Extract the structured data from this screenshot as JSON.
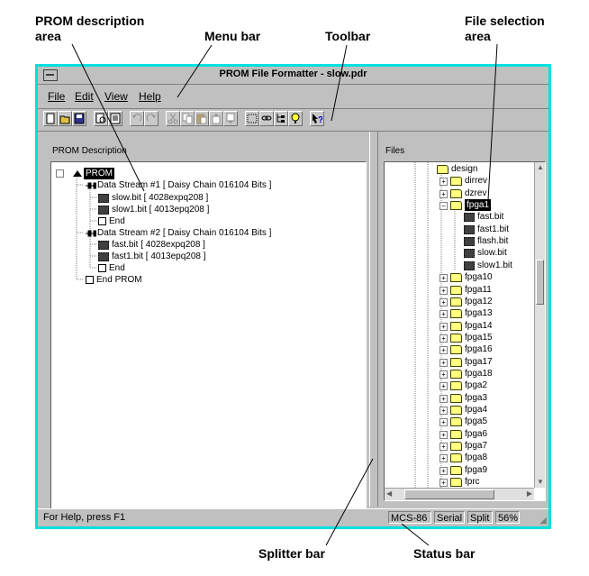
{
  "annotations": {
    "prom_description_area": "PROM description\narea",
    "menu_bar": "Menu bar",
    "toolbar": "Toolbar",
    "file_selection_area": "File selection\narea",
    "splitter_bar": "Splitter bar",
    "status_bar": "Status bar"
  },
  "window": {
    "title": "PROM File Formatter - slow.pdr"
  },
  "menu": {
    "file": "File",
    "edit": "Edit",
    "view": "View",
    "help": "Help"
  },
  "toolbar_icons": [
    "new-icon",
    "open-icon",
    "save-icon",
    "print-preview-icon",
    "report-icon",
    "undo-icon",
    "redo-icon",
    "cut-icon",
    "copy-icon",
    "paste-icon",
    "move-up-icon",
    "move-down-icon",
    "select-icon",
    "link-icon",
    "tree-icon",
    "help-hint-icon",
    "context-help-icon"
  ],
  "prom_pane": {
    "label": "PROM Description",
    "tree": [
      {
        "text": "PROM",
        "icon": "prom-icon",
        "selected": true
      },
      {
        "text": "Data Stream #1 [ Daisy Chain 016104 Bits ]",
        "icon": "data-stream-icon"
      },
      {
        "text": "slow.bit   [ 4028expq208 ]",
        "icon": "chip-icon"
      },
      {
        "text": "slow1.bit   [ 4013epq208 ]",
        "icon": "chip-icon"
      },
      {
        "text": "End",
        "icon": "end-icon"
      },
      {
        "text": "Data Stream #2 [ Daisy Chain 016104 Bits ]",
        "icon": "data-stream-icon"
      },
      {
        "text": "fast.bit   [ 4028expq208 ]",
        "icon": "chip-icon"
      },
      {
        "text": "fast1.bit   [ 4013epq208 ]",
        "icon": "chip-icon"
      },
      {
        "text": "End",
        "icon": "end-icon"
      },
      {
        "text": "End PROM",
        "icon": "end-icon"
      }
    ]
  },
  "files_pane": {
    "label": "Files",
    "tree": [
      {
        "text": "design",
        "icon": "folder-open-icon"
      },
      {
        "text": "dirrev",
        "icon": "folder-icon"
      },
      {
        "text": "dzrev",
        "icon": "folder-icon"
      },
      {
        "text": "fpga1",
        "icon": "folder-open-icon",
        "selected": true
      },
      {
        "text": "fast.bit",
        "icon": "chip-icon"
      },
      {
        "text": "fast1.bit",
        "icon": "chip-icon"
      },
      {
        "text": "flash.bit",
        "icon": "chip-icon"
      },
      {
        "text": "slow.bit",
        "icon": "chip-icon"
      },
      {
        "text": "slow1.bit",
        "icon": "chip-icon"
      },
      {
        "text": "fpga10",
        "icon": "folder-icon"
      },
      {
        "text": "fpga11",
        "icon": "folder-icon"
      },
      {
        "text": "fpga12",
        "icon": "folder-icon"
      },
      {
        "text": "fpga13",
        "icon": "folder-icon"
      },
      {
        "text": "fpga14",
        "icon": "folder-icon"
      },
      {
        "text": "fpga15",
        "icon": "folder-icon"
      },
      {
        "text": "fpga16",
        "icon": "folder-icon"
      },
      {
        "text": "fpga17",
        "icon": "folder-icon"
      },
      {
        "text": "fpga18",
        "icon": "folder-icon"
      },
      {
        "text": "fpga2",
        "icon": "folder-icon"
      },
      {
        "text": "fpga3",
        "icon": "folder-icon"
      },
      {
        "text": "fpga4",
        "icon": "folder-icon"
      },
      {
        "text": "fpga5",
        "icon": "folder-icon"
      },
      {
        "text": "fpga6",
        "icon": "folder-icon"
      },
      {
        "text": "fpga7",
        "icon": "folder-icon"
      },
      {
        "text": "fpga8",
        "icon": "folder-icon"
      },
      {
        "text": "fpga9",
        "icon": "folder-icon"
      },
      {
        "text": "fprc",
        "icon": "folder-icon"
      }
    ]
  },
  "status": {
    "message": "For Help, press F1",
    "format": "MCS-86",
    "mode": "Serial",
    "split": "Split",
    "usage": "56%"
  }
}
